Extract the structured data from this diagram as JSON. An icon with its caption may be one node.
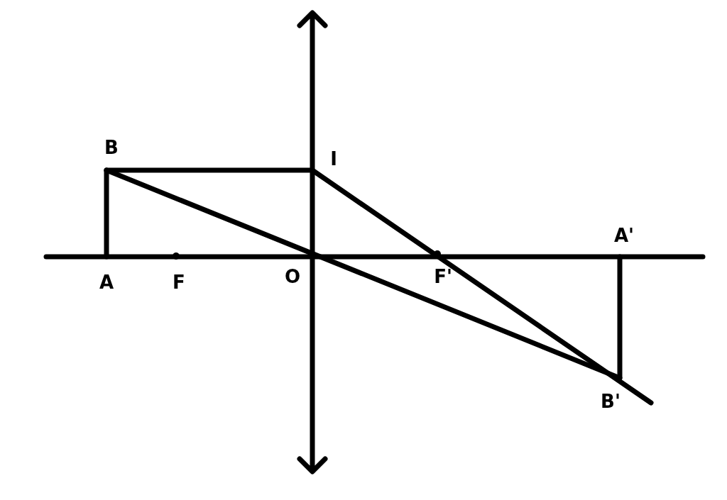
{
  "diagram": {
    "labels": [
      "B",
      "I",
      "A'",
      "A",
      "F",
      "O",
      "F'",
      "B'"
    ]
  }
}
